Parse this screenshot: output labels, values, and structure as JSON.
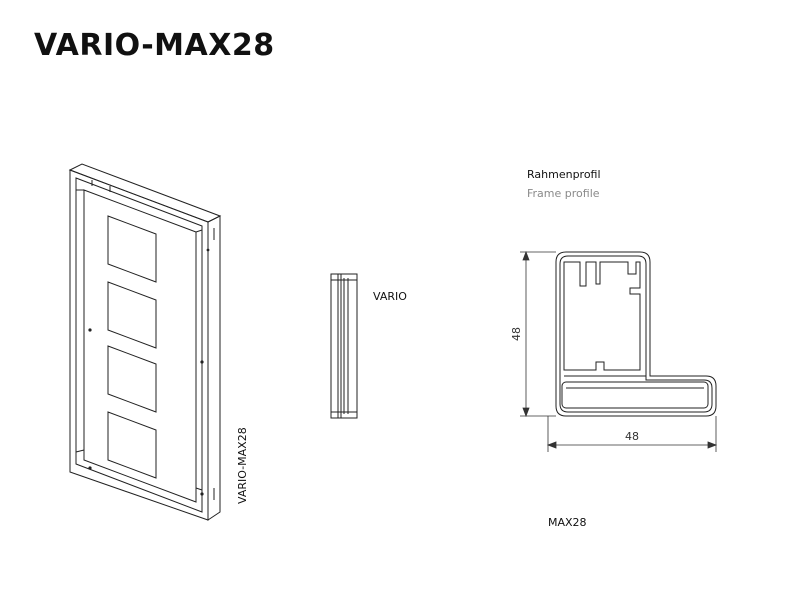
{
  "title": "VARIO-MAX28",
  "labels": {
    "frame_side_label": "VARIO-MAX28",
    "vario_label": "VARIO",
    "profile_title_de": "Rahmenprofil",
    "profile_title_en": "Frame profile",
    "profile_name": "MAX28"
  },
  "dimensions": {
    "height": "48",
    "width": "48"
  }
}
